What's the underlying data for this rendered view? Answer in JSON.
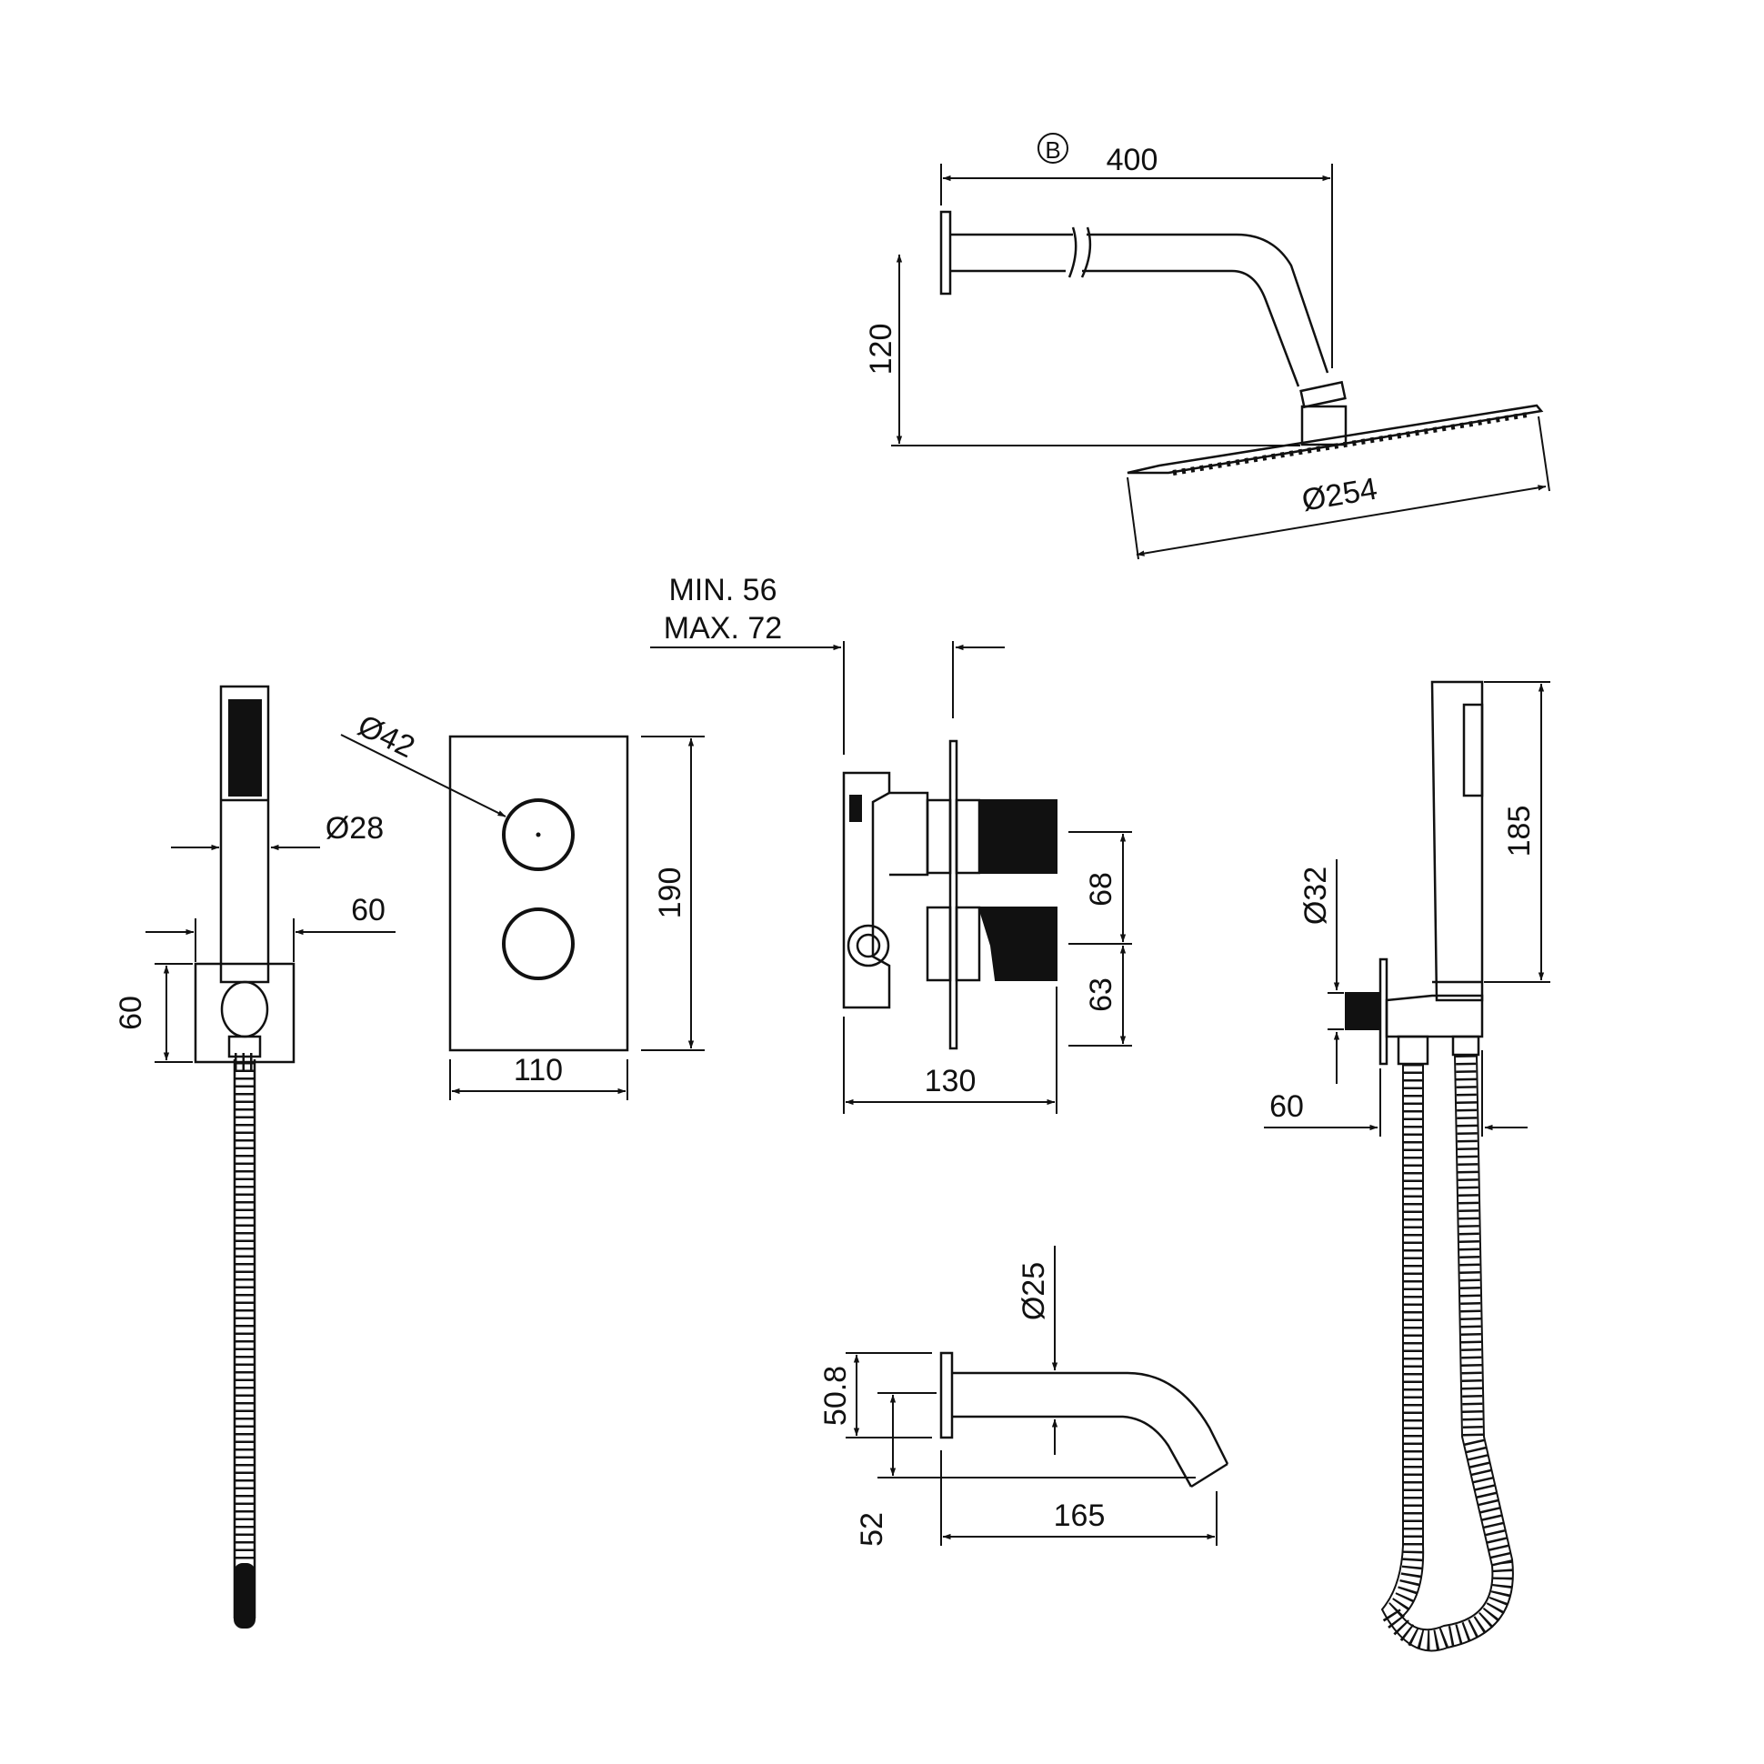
{
  "colors": {
    "line": "#111111",
    "background": "#ffffff"
  },
  "overhead_shower": {
    "callout_label": "B",
    "arm_length": "400",
    "arm_drop": "120",
    "head_diameter": "Ø254"
  },
  "hand_shower_left": {
    "handle_diameter": "Ø28",
    "bracket_depth": "60",
    "bracket_height": "60"
  },
  "control_plate": {
    "button_diameter": "Ø42",
    "plate_height": "190",
    "plate_width": "110"
  },
  "mixer_body": {
    "depth_min": "MIN. 56",
    "depth_max": "MAX. 72",
    "spacing_upper": "68",
    "spacing_lower": "63",
    "body_width": "130"
  },
  "hand_shower_right": {
    "handle_length": "185",
    "outlet_diameter": "Ø32",
    "bracket_depth": "60"
  },
  "spout": {
    "outlet_diameter": "Ø25",
    "height": "50.8",
    "drop": "52",
    "length": "165"
  }
}
